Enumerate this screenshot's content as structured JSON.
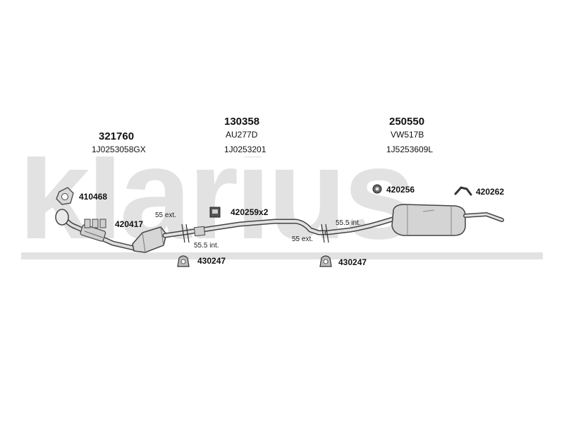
{
  "brand": {
    "logo_text": "klarius"
  },
  "main_parts": [
    {
      "code": "321760",
      "ref": "1J0253058GX"
    },
    {
      "code": "130358",
      "ref_line1": "AU277D",
      "ref_line2": "1J0253201"
    },
    {
      "code": "250550",
      "ref_line1": "VW517B",
      "ref_line2": "1J5253609L"
    }
  ],
  "fitting_parts": {
    "gasket": "410468",
    "clamp_front": "420417",
    "rubber_mount": "420259x2",
    "rubber_rear": "420256",
    "hanger": "420262",
    "clamp_mid": "430247",
    "clamp_rear": "430247"
  },
  "notes": {
    "joint1_ext": "55 ext.",
    "joint1_int": "55.5 int.",
    "joint2_int": "55.5 int.",
    "joint2_ext": "55 ext."
  },
  "colors": {
    "watermark": "#e2e2e2",
    "part_fill": "#d9d9d9",
    "part_stroke": "#444444"
  }
}
